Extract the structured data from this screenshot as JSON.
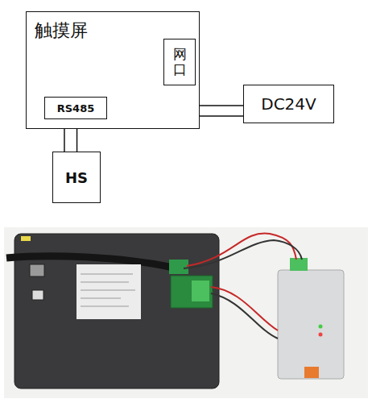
{
  "diagram": {
    "nodes": [
      {
        "text": [
          "触摸屏"
        ]
      },
      {
        "text": [
          "网口"
        ],
        "in": 0
      },
      {
        "text": [
          "RS485"
        ],
        "in": 0
      },
      {
        "text": [
          "HS"
        ]
      },
      {
        "text": [
          "DC24V"
        ]
      }
    ],
    "edges": [
      {
        "from": 2,
        "to": 3,
        "arrow": "none"
      },
      {
        "from": 2,
        "to": 3,
        "arrow": "none"
      },
      {
        "from": 0,
        "to": 4,
        "arrow": "none"
      },
      {
        "from": 0,
        "to": 4,
        "arrow": "none"
      }
    ]
  }
}
